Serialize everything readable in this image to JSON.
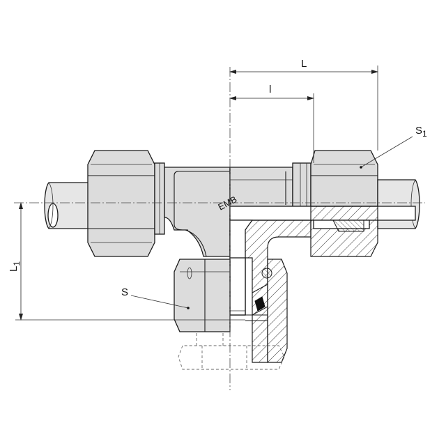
{
  "labels": {
    "L": "L",
    "l": "l",
    "S1_main": "S",
    "S1_sub": "1",
    "S": "S",
    "L1_main": "L",
    "L1_sub": "1",
    "brand": "EMB"
  },
  "colors": {
    "part_fill": "#dcdcdc",
    "line": "#1a1a1a",
    "background": "#ffffff"
  }
}
